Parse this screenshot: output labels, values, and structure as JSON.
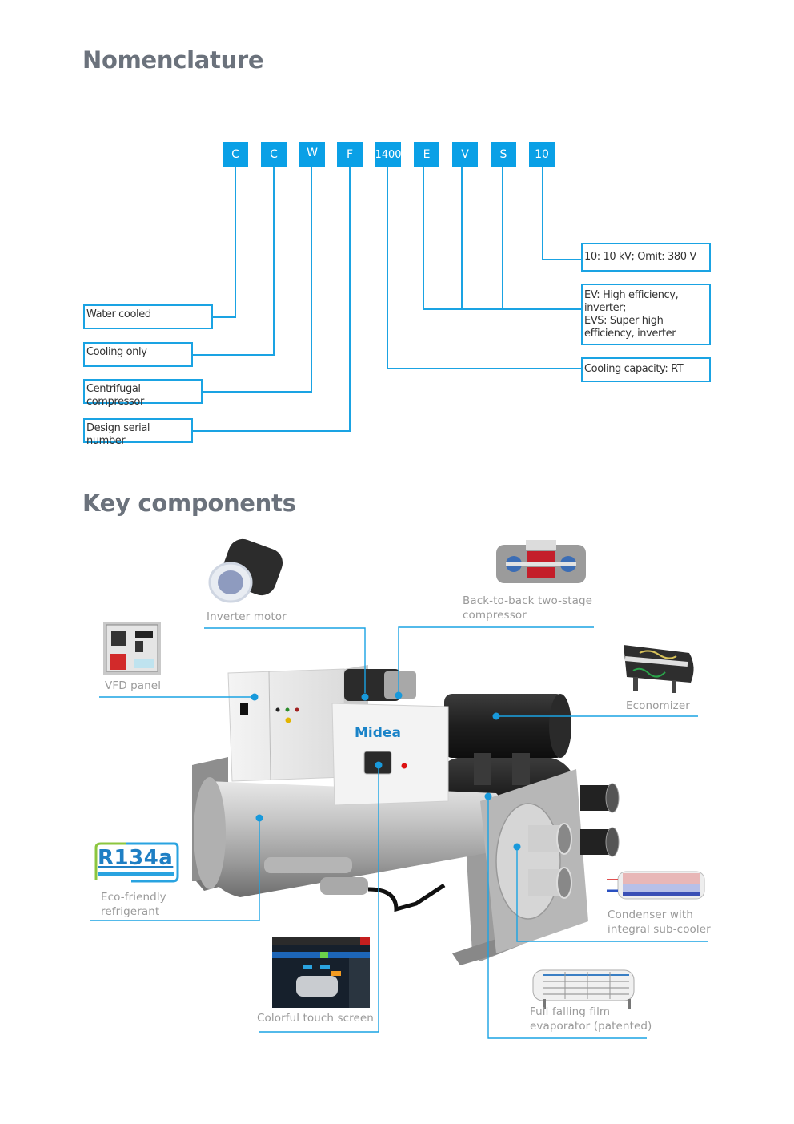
{
  "nomenclature": {
    "title": "Nomenclature",
    "codes": [
      "C",
      "C",
      "W",
      "F",
      "1400",
      "E",
      "V",
      "S",
      "10"
    ],
    "left_descriptions": [
      "Water cooled",
      "Cooling only",
      "Centrifugal compressor",
      "Design serial number"
    ],
    "right_descriptions": {
      "voltage": "10: 10 kV; Omit: 380 V",
      "efficiency_line1": "EV: High efficiency,",
      "efficiency_line2": "inverter;",
      "efficiency_line3": "EVS: Super high",
      "efficiency_line4": "efficiency, inverter",
      "capacity": "Cooling capacity: RT"
    }
  },
  "key_components": {
    "title": "Key components",
    "brand_logo": "Midea",
    "refrigerant_badge": "R134a",
    "components": {
      "inverter_motor": "Inverter motor",
      "compressor_line1": "Back-to-back two-stage",
      "compressor_line2": "compressor",
      "vfd_panel": "VFD panel",
      "economizer": "Economizer",
      "refrigerant_line1": "Eco-friendly",
      "refrigerant_line2": "refrigerant",
      "condenser_line1": "Condenser with",
      "condenser_line2": "integral sub-cooler",
      "touch_screen": "Colorful touch screen",
      "evaporator_line1": "Full falling film",
      "evaporator_line2": "evaporator (patented)"
    }
  },
  "colors": {
    "accent": "#0aa0e6",
    "line": "#1aa3e3",
    "title": "#6b727c",
    "label": "#9a9a9a"
  }
}
